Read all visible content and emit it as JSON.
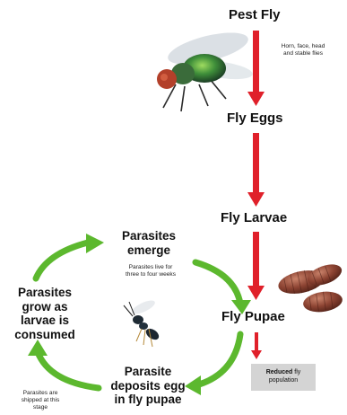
{
  "stages": {
    "pest_fly": "Pest Fly",
    "fly_eggs": "Fly Eggs",
    "fly_larvae": "Fly Larvae",
    "fly_pupae": "Fly Pupae"
  },
  "pest_fly_note": [
    "Horn, face, head",
    "and stable flies"
  ],
  "reduced": {
    "bold": "Reduced",
    "rest_line1": "fly",
    "line2": "population"
  },
  "parasite_cycle": {
    "emerge_line1": "Parasites",
    "emerge_line2": "emerge",
    "emerge_note": [
      "Parasites live for",
      "three to four weeks"
    ],
    "grow_lines": [
      "Parasites",
      "grow as",
      "larvae is",
      "consumed"
    ],
    "deposit_lines": [
      "Parasite",
      "deposits egg",
      "in fly pupae"
    ],
    "shipped_note": [
      "Parasites are",
      "shipped at this",
      "stage"
    ]
  },
  "colors": {
    "red_arrow": "#e0202a",
    "green_arrow": "#5cb82e",
    "gray_box": "#d4d4d4",
    "pupa_brown": "#7a3a2a"
  },
  "icons": [
    "housefly-photo",
    "pupae-photo",
    "parasitic-wasp-photo"
  ]
}
